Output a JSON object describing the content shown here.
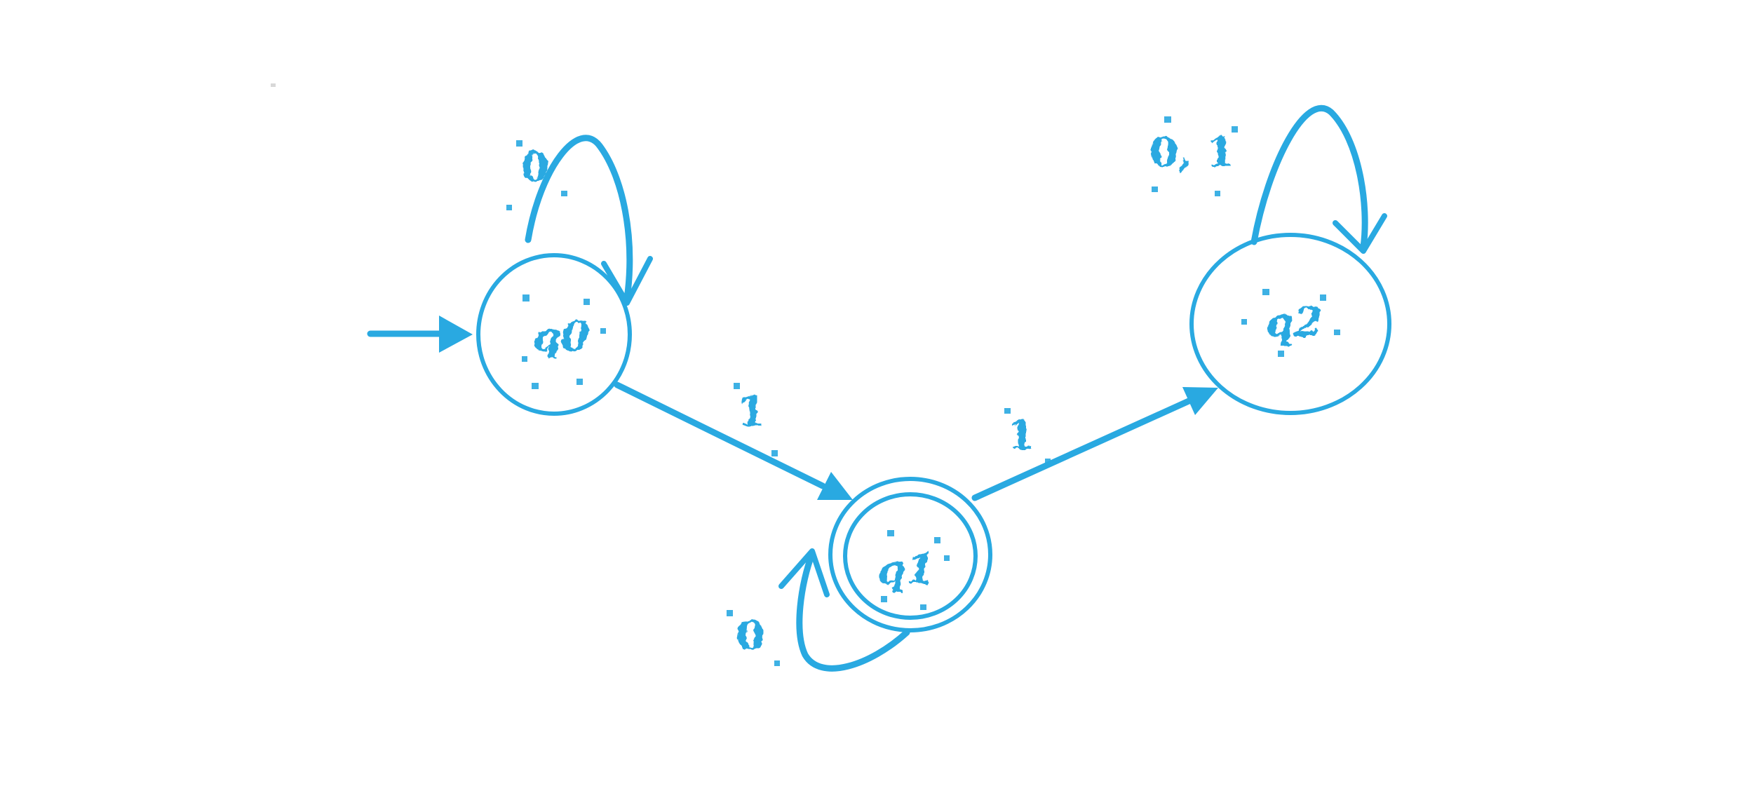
{
  "diagram": {
    "type": "finite-state-automaton",
    "ink_color": "#29A9E1",
    "background_color": "#FFFFFF"
  },
  "automaton": {
    "states": [
      {
        "id": "q0",
        "label": "q0",
        "start": true,
        "accepting": false
      },
      {
        "id": "q1",
        "label": "q1",
        "start": false,
        "accepting": true
      },
      {
        "id": "q2",
        "label": "q2",
        "start": false,
        "accepting": false
      }
    ],
    "transitions": [
      {
        "from": "q0",
        "to": "q0",
        "label": "0"
      },
      {
        "from": "q0",
        "to": "q1",
        "label": "1"
      },
      {
        "from": "q1",
        "to": "q1",
        "label": "0"
      },
      {
        "from": "q1",
        "to": "q2",
        "label": "1"
      },
      {
        "from": "q2",
        "to": "q2",
        "label": "0, 1"
      }
    ]
  }
}
